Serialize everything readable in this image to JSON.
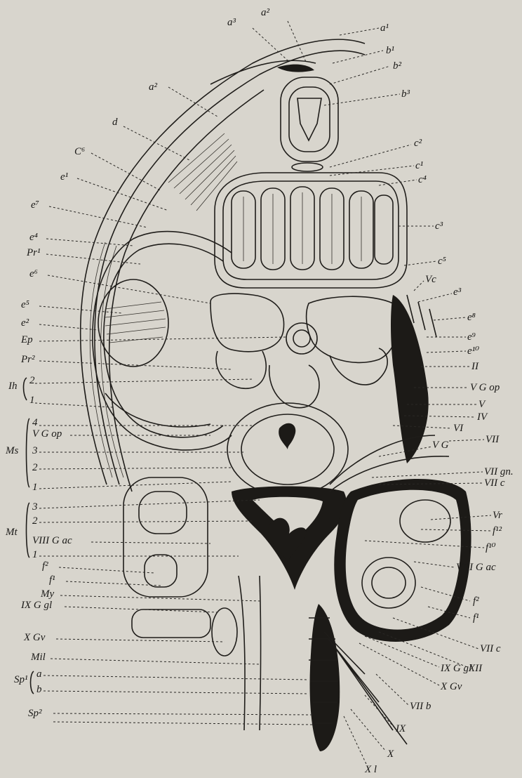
{
  "figure": {
    "labels_left": [
      {
        "text": "a²"
      },
      {
        "text": "d"
      },
      {
        "text": "C⁶"
      },
      {
        "text": "e¹"
      },
      {
        "text": "e⁷"
      },
      {
        "text": "e⁴"
      },
      {
        "text": "Pr¹"
      },
      {
        "text": "e⁶"
      },
      {
        "text": "e⁵"
      },
      {
        "text": "e²"
      },
      {
        "text": "Ep"
      },
      {
        "text": "Pr²"
      },
      {
        "text": "Ih"
      },
      {
        "text": "2"
      },
      {
        "text": "1"
      },
      {
        "text": "4"
      },
      {
        "text": "V G op"
      },
      {
        "text": "Ms"
      },
      {
        "text": "3"
      },
      {
        "text": "2"
      },
      {
        "text": "1"
      },
      {
        "text": "3"
      },
      {
        "text": "2"
      },
      {
        "text": "Mt"
      },
      {
        "text": "VIII G ac"
      },
      {
        "text": "1"
      },
      {
        "text": "f²"
      },
      {
        "text": "f¹"
      },
      {
        "text": "My"
      },
      {
        "text": "IX G gl"
      },
      {
        "text": "X Gv"
      },
      {
        "text": "Mil"
      },
      {
        "text": "Sp¹"
      },
      {
        "text": "a"
      },
      {
        "text": "b"
      },
      {
        "text": "Sp²"
      }
    ],
    "labels_top": [
      {
        "text": "a³"
      },
      {
        "text": "a²"
      },
      {
        "text": "a¹"
      },
      {
        "text": "b¹"
      },
      {
        "text": "b²"
      },
      {
        "text": "b³"
      }
    ],
    "labels_right": [
      {
        "text": "c²"
      },
      {
        "text": "c¹"
      },
      {
        "text": "c⁴"
      },
      {
        "text": "c³"
      },
      {
        "text": "c⁵"
      },
      {
        "text": "Vc"
      },
      {
        "text": "e³"
      },
      {
        "text": "e⁸"
      },
      {
        "text": "e⁹"
      },
      {
        "text": "e¹⁰"
      },
      {
        "text": "II"
      },
      {
        "text": "V G op"
      },
      {
        "text": "V"
      },
      {
        "text": "IV"
      },
      {
        "text": "VI"
      },
      {
        "text": "VII"
      },
      {
        "text": "V G"
      },
      {
        "text": "VII gn."
      },
      {
        "text": "VII c"
      },
      {
        "text": "Vr"
      },
      {
        "text": "f¹²"
      },
      {
        "text": "f¹⁰"
      },
      {
        "text": "VIII G ac"
      },
      {
        "text": "f²"
      },
      {
        "text": "f¹"
      },
      {
        "text": "VII c"
      },
      {
        "text": "XII"
      },
      {
        "text": "IX G gl"
      },
      {
        "text": "X Gv"
      },
      {
        "text": "VII b"
      },
      {
        "text": "IX"
      },
      {
        "text": "X"
      },
      {
        "text": "X l"
      }
    ]
  }
}
